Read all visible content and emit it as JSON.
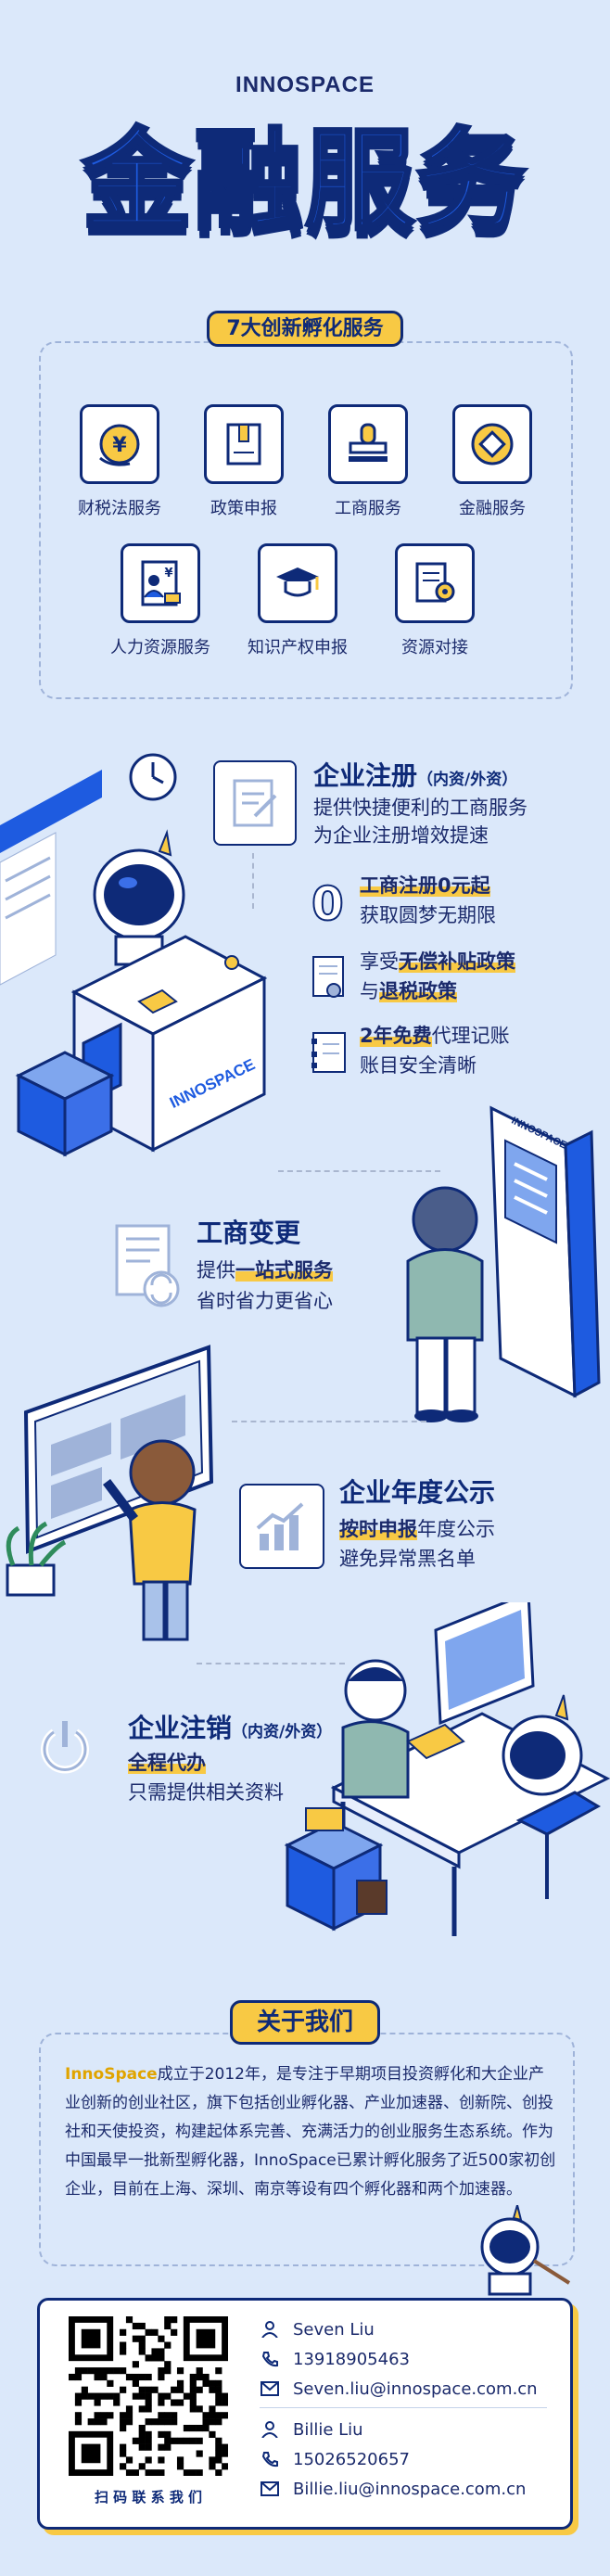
{
  "brand": "INNOSPACE",
  "hero_title": "金融服务",
  "services": {
    "badge": "7大创新孵化服务",
    "items": [
      {
        "label": "财税法服务",
        "icon": "tax-coin-icon"
      },
      {
        "label": "政策申报",
        "icon": "policy-book-icon"
      },
      {
        "label": "工商服务",
        "icon": "stamp-icon"
      },
      {
        "label": "金融服务",
        "icon": "coin-icon"
      },
      {
        "label": "人力资源服务",
        "icon": "hr-document-icon"
      },
      {
        "label": "知识产权申报",
        "icon": "graduation-cap-icon"
      },
      {
        "label": "资源对接",
        "icon": "resource-gear-icon"
      }
    ]
  },
  "registration": {
    "title": "企业注册",
    "tag": "（内资/外资）",
    "desc1": "提供快捷便利的工商服务",
    "desc2": "为企业注册增效提速",
    "f1_hl": "工商注册0元起",
    "f1_line2": "获取圆梦无期限",
    "f2_pre": "享受",
    "f2_hl": "无偿补贴政策",
    "f2_mid": "与",
    "f2_hl2": "退税政策",
    "f3_hl": "2年免费",
    "f3_rest": "代理记账",
    "f3_line2": "账目安全清晰",
    "kiosk_label": "INNOSPACE",
    "atm_label": "INNOSPACE"
  },
  "change": {
    "title": "工商变更",
    "pre": "提供",
    "hl": "一站式服务",
    "line2": "省时省力更省心"
  },
  "annual": {
    "title": "企业年度公示",
    "hl": "按时申报",
    "rest": "年度公示",
    "line2": "避免异常黑名单"
  },
  "cancel": {
    "title": "企业注销",
    "tag": "（内资/外资）",
    "hl": "全程代办",
    "line2": "只需提供相关资料"
  },
  "about": {
    "badge": "关于我们",
    "brand_inline": "InnoSpace",
    "text": "成立于2012年，是专注于早期项目投资孵化和大企业产业创新的创业社区，旗下包括创业孵化器、产业加速器、创新院、创投社和天使投资，构建起体系完善、充满活力的创业服务生态系统。作为中国最早一批新型孵化器，InnoSpace已累计孵化服务了近500家初创企业，目前在上海、深圳、南京等设有四个孵化器和两个加速器。"
  },
  "contact": {
    "qr_caption": "扫 码 联 系 我 们",
    "people": [
      {
        "name": "Seven Liu",
        "phone": "13918905463",
        "email": "Seven.liu@innospace.com.cn"
      },
      {
        "name": "Billie Liu",
        "phone": "15026520657",
        "email": "Billie.liu@innospace.com.cn"
      }
    ]
  },
  "colors": {
    "accent": "#1e5be0",
    "navy": "#0e2a78",
    "yellow": "#f8c944",
    "bg": "#dbe8fa"
  }
}
